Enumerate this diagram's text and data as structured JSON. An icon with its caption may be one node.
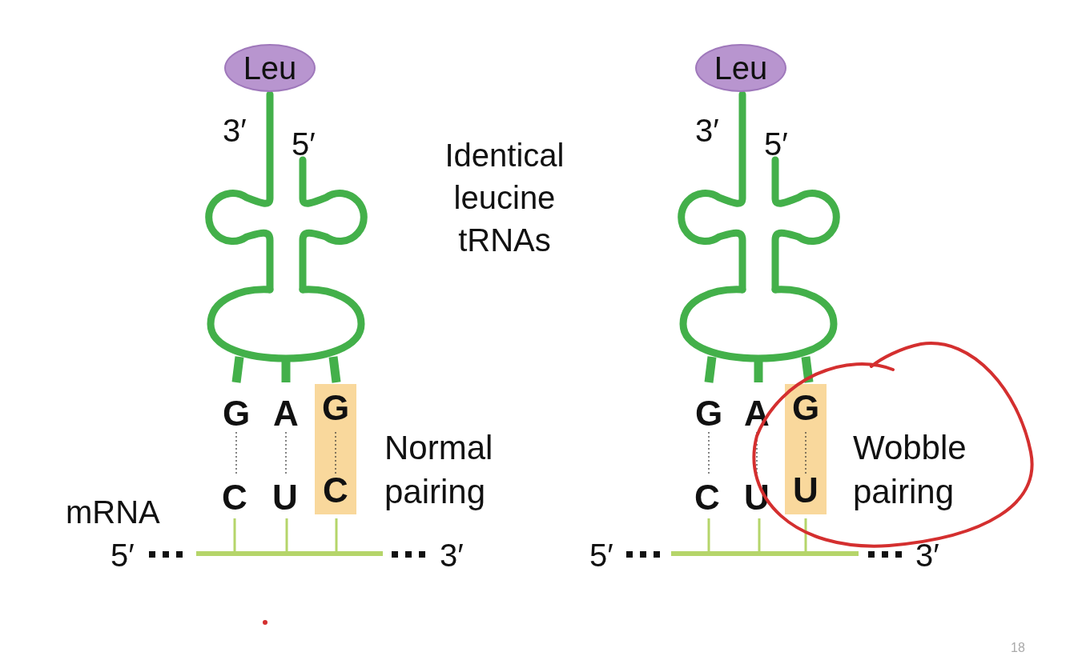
{
  "diagram": {
    "nodes": [
      {
        "text": [
          "Leu"
        ]
      },
      {
        "text": [
          "Leu"
        ]
      },
      {
        "text": [
          "G",
          "C"
        ]
      },
      {
        "text": [
          "G",
          "U"
        ]
      }
    ],
    "labels": [
      "3′",
      "5′",
      "Identical leucine tRNAs",
      "3′",
      "5′",
      "G",
      "A",
      "Normal pairing",
      "C",
      "U",
      "mRNA",
      "5′",
      "3′",
      "G",
      "A",
      "Wobble pairing",
      "C",
      "U",
      "5′",
      "3′",
      "18"
    ]
  }
}
